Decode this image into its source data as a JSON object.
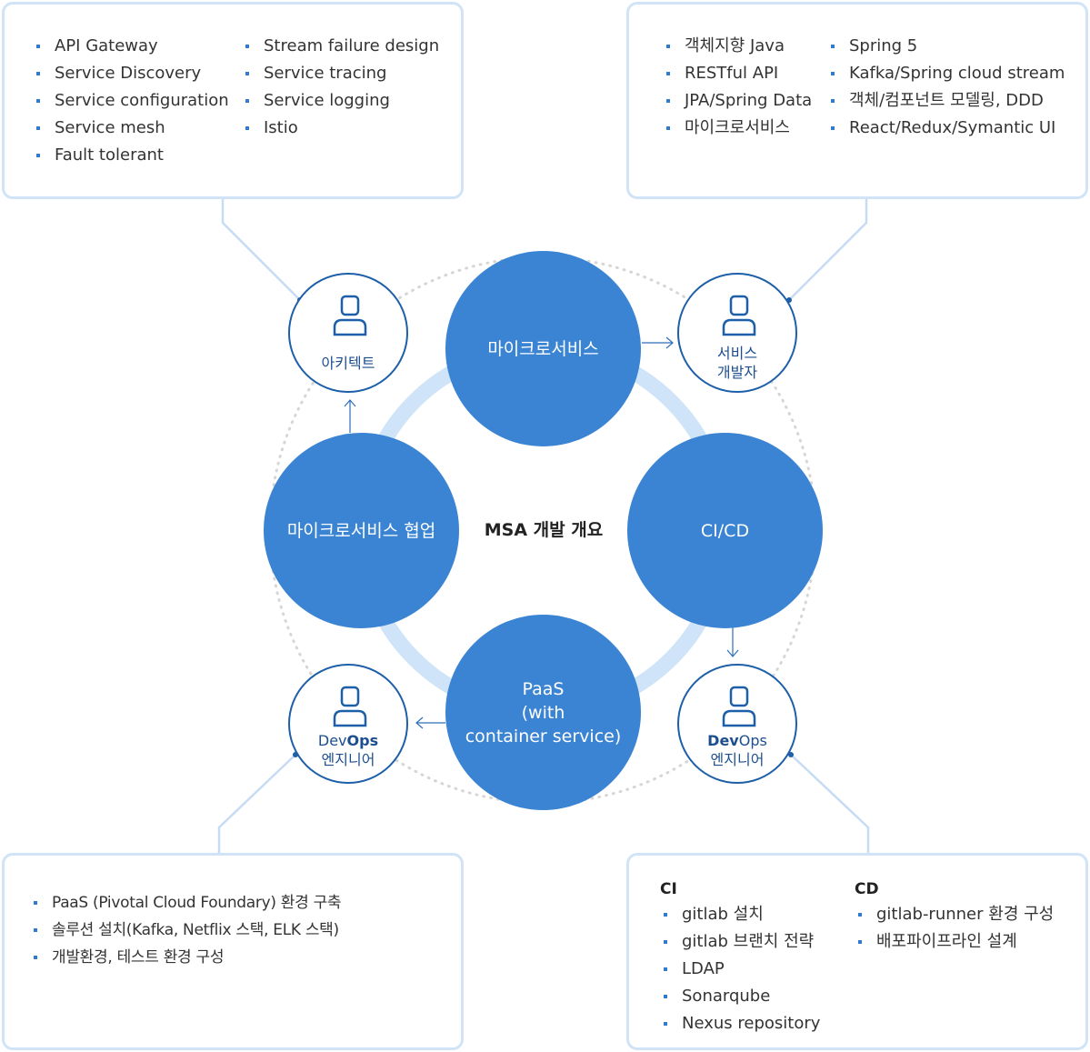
{
  "center_title": "MSA 개발 개요",
  "nodes": {
    "microservice": "마이크로서비스",
    "cicd": "CI/CD",
    "paas": [
      "PaaS",
      "(with",
      "container service)"
    ],
    "collab": "마이크로서비스 협업"
  },
  "roles": {
    "architect": "아키텍트",
    "service_dev": [
      "서비스",
      "개발자"
    ],
    "devops_left": {
      "dev": "Dev",
      "ops": "Ops",
      "sub": "엔지니어"
    },
    "devops_right": {
      "dev": "Dev",
      "ops": "Ops",
      "sub": "엔지니어"
    }
  },
  "boxes": {
    "top_left": {
      "col1": [
        "API Gateway",
        "Service Discovery",
        "Service configuration",
        "Service mesh",
        "Fault tolerant"
      ],
      "col2": [
        "Stream failure design",
        "Service tracing",
        "Service logging",
        "Istio"
      ]
    },
    "top_right": {
      "col1": [
        "객체지향 Java",
        "RESTful API",
        "JPA/Spring Data",
        "마이크로서비스"
      ],
      "col2": [
        "Spring 5",
        "Kafka/Spring cloud stream",
        "객체/컴포넌트 모델링, DDD",
        "React/Redux/Symantic UI"
      ]
    },
    "bottom_left": {
      "items": [
        "PaaS (Pivotal Cloud Foundary) 환경 구축",
        "솔루션 설치(Kafka, Netflix  스택, ELK 스택)",
        "개발환경, 테스트 환경 구성"
      ]
    },
    "bottom_right": {
      "ci_title": "CI",
      "ci": [
        "gitlab 설치",
        "gitlab 브랜치 전략",
        "LDAP",
        "Sonarqube",
        "Nexus repository"
      ],
      "cd_title": "CD",
      "cd": [
        "gitlab-runner 환경 구성",
        "배포파이프라인 설계"
      ]
    }
  },
  "colors": {
    "node_fill": "#3a84d3",
    "role_border": "#1d5fa8",
    "box_border": "#d0e3f7",
    "ring": "#cfe4f8",
    "bullet": "#2f7bd0"
  }
}
